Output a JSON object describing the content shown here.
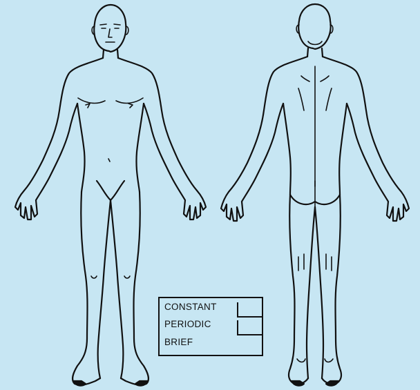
{
  "legend": {
    "items": [
      {
        "label": "CONSTANT"
      },
      {
        "label": "PERIODIC"
      },
      {
        "label": "BRIEF"
      }
    ]
  },
  "colors": {
    "background": "#c7e6f3",
    "line": "#111111"
  },
  "figures": [
    {
      "view": "front",
      "icon": "human-body-front-icon"
    },
    {
      "view": "back",
      "icon": "human-body-back-icon"
    }
  ]
}
